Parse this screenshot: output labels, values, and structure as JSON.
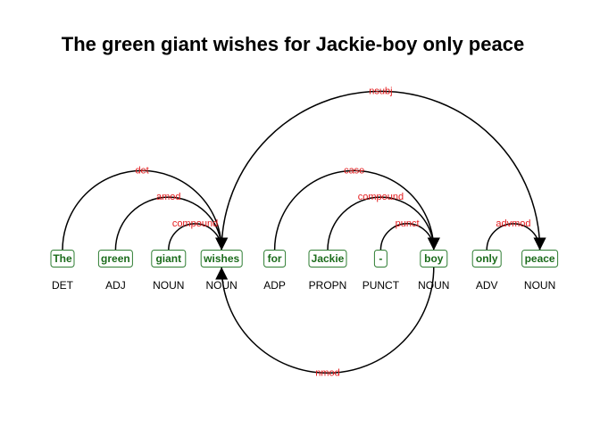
{
  "title": "The green giant wishes for Jackie-boy only peace",
  "colors": {
    "word_text": "#1b6b1b",
    "word_border": "#2e7d32",
    "arc": "#000000",
    "arc_label": "#e41a1c",
    "pos_text": "#000000"
  },
  "tokens": [
    {
      "text": "The",
      "pos": "DET"
    },
    {
      "text": "green",
      "pos": "ADJ"
    },
    {
      "text": "giant",
      "pos": "NOUN"
    },
    {
      "text": "wishes",
      "pos": "NOUN"
    },
    {
      "text": "for",
      "pos": "ADP"
    },
    {
      "text": "Jackie",
      "pos": "PROPN"
    },
    {
      "text": "-",
      "pos": "PUNCT"
    },
    {
      "text": "boy",
      "pos": "NOUN"
    },
    {
      "text": "only",
      "pos": "ADV"
    },
    {
      "text": "peace",
      "pos": "NOUN"
    }
  ],
  "arcs": [
    {
      "label": "det",
      "head": 3,
      "dependent": 0,
      "side": "above"
    },
    {
      "label": "amod",
      "head": 3,
      "dependent": 1,
      "side": "above"
    },
    {
      "label": "compound",
      "head": 3,
      "dependent": 2,
      "side": "above"
    },
    {
      "label": "nsubj",
      "head": 9,
      "dependent": 3,
      "side": "above"
    },
    {
      "label": "case",
      "head": 7,
      "dependent": 4,
      "side": "above"
    },
    {
      "label": "compound",
      "head": 7,
      "dependent": 5,
      "side": "above"
    },
    {
      "label": "punct",
      "head": 7,
      "dependent": 6,
      "side": "above"
    },
    {
      "label": "advmod",
      "head": 9,
      "dependent": 8,
      "side": "above"
    },
    {
      "label": "nmod",
      "head": 3,
      "dependent": 7,
      "side": "below"
    }
  ]
}
